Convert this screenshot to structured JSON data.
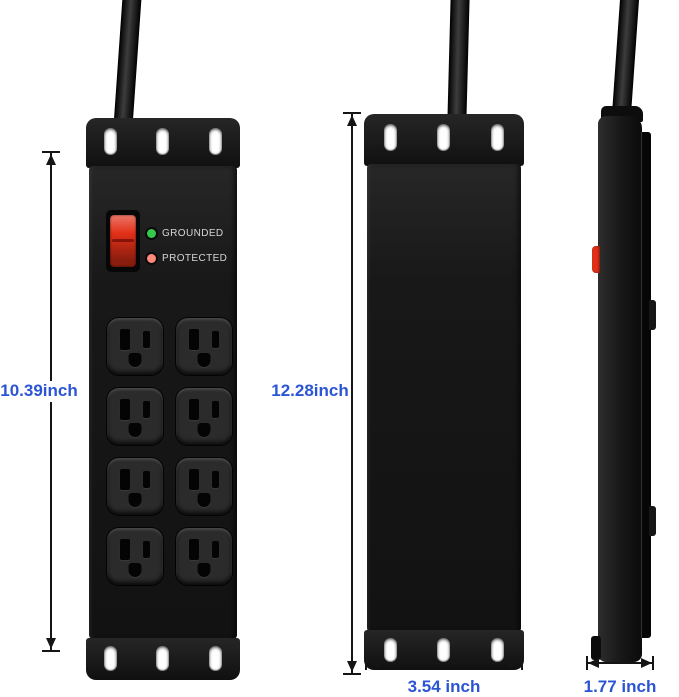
{
  "colors": {
    "body_black": "#1a1a1a",
    "switch_red": "#e23018",
    "dimension_blue": "#2b55d4",
    "background": "#ffffff"
  },
  "front_view": {
    "indicators": [
      {
        "label": "GROUNDED",
        "led_color": "#35c94a"
      },
      {
        "label": "PROTECTED",
        "led_color": "#ff8a7a"
      }
    ],
    "outlet_rows": 4,
    "outlet_columns": 2,
    "height_dimension": "10.39inch"
  },
  "back_view": {
    "height_dimension": "12.28inch",
    "width_dimension": "3.54 inch"
  },
  "side_view": {
    "depth_dimension": "1.77 inch"
  }
}
